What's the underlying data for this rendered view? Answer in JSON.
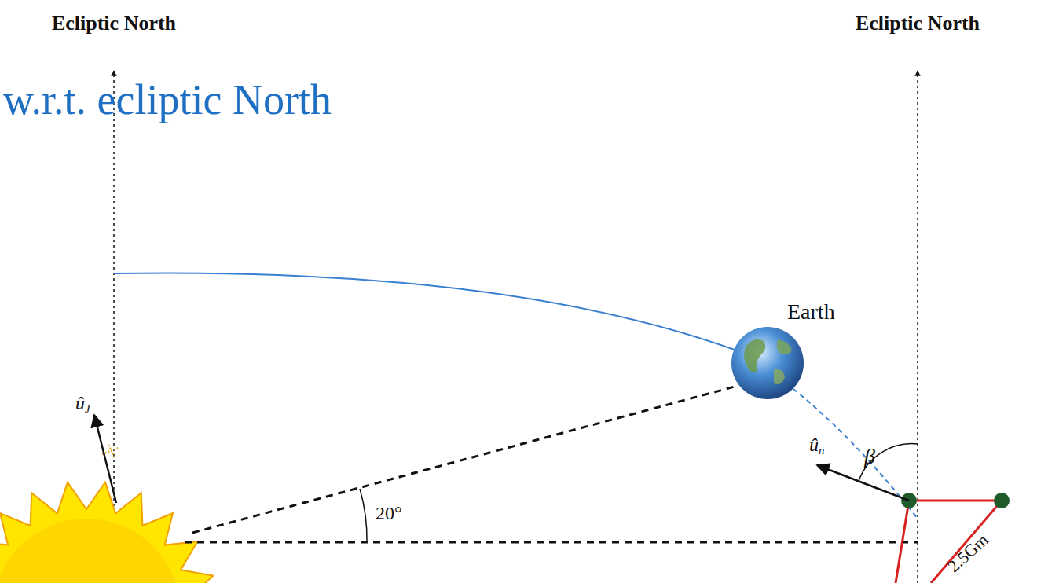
{
  "diagram": {
    "labels": [
      "Ecliptic North",
      "Ecliptic North",
      "w.r.t. ecliptic North",
      "Earth",
      "ûJ",
      "20°",
      "ûn",
      "β",
      "2.5Gm"
    ]
  }
}
